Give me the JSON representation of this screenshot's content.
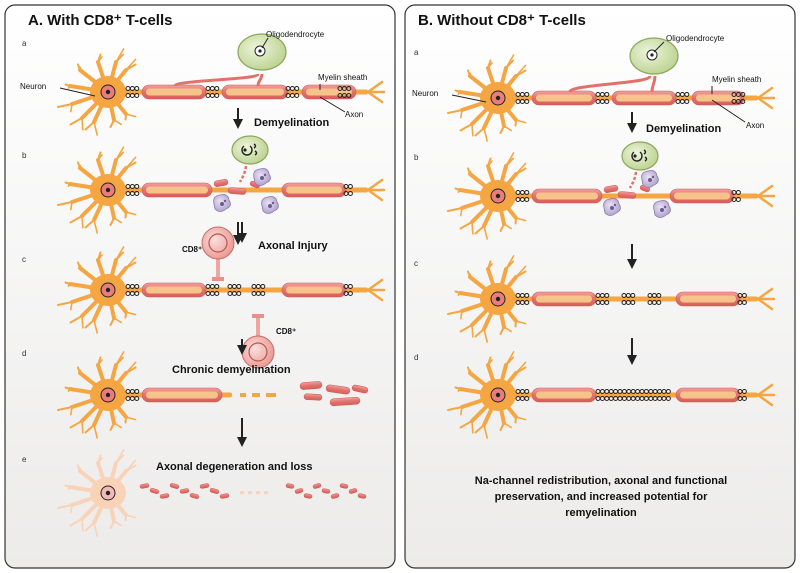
{
  "panelA": {
    "title": "A. With CD8⁺ T-cells",
    "rows": [
      "a",
      "b",
      "c",
      "d",
      "e"
    ],
    "labels": {
      "oligodendrocyte": "Oligodendrocyte",
      "myelin_sheath": "Myelin sheath",
      "neuron": "Neuron",
      "axon": "Axon",
      "cd8_top": "CD8⁺",
      "cd8_bottom": "CD8⁺"
    },
    "steps": {
      "demyelination": "Demyelination",
      "axonal_injury": "Axonal Injury",
      "chronic": "Chronic demyelination",
      "degeneration": "Axonal degeneration and loss"
    }
  },
  "panelB": {
    "title": "B. Without CD8⁺ T-cells",
    "rows": [
      "a",
      "b",
      "c",
      "d"
    ],
    "labels": {
      "oligodendrocyte": "Oligodendrocyte",
      "myelin_sheath": "Myelin sheath",
      "neuron": "Neuron",
      "axon": "Axon"
    },
    "steps": {
      "demyelination": "Demyelination"
    },
    "conclusion": [
      "Na-channel redistribution, axonal and functional",
      "preservation, and increased potential for",
      "remyelination"
    ]
  },
  "colors": {
    "neuron": "#f5a643",
    "neuron_pale": "#f8d3b8",
    "myelin": "#e3716b",
    "myelin_inner": "#f6c48a",
    "oligo": "#c8dba4",
    "oligo_stroke": "#8aa85a",
    "tcell": "#f0a5a0",
    "macrophage": "#b9a9cf"
  }
}
